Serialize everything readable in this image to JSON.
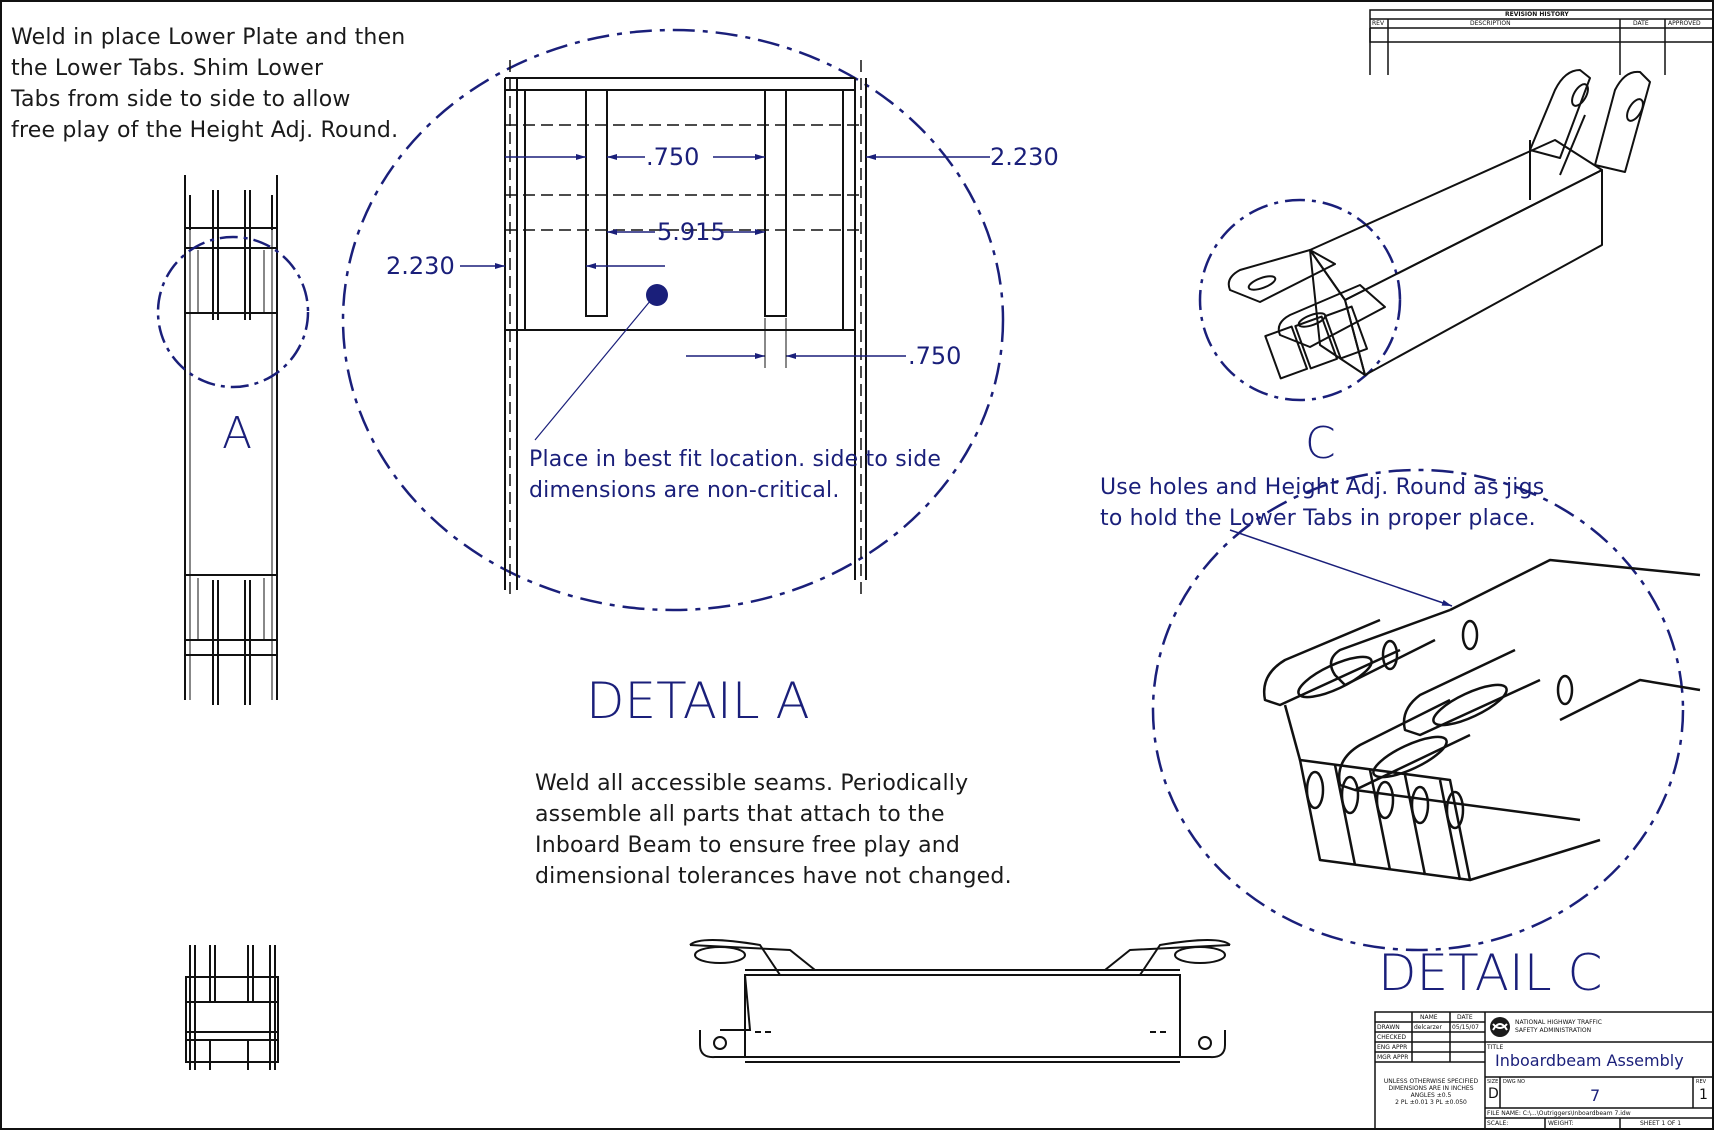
{
  "notes": {
    "top_left": [
      "Weld in place Lower Plate and then",
      "the Lower Tabs.  Shim Lower",
      "Tabs from side to side to allow",
      "free play of the Height Adj. Round."
    ],
    "placement": [
      "Place in best fit location.  side to side",
      "dimensions are non-critical."
    ],
    "jigs": [
      "Use holes and Height Adj. Round as jigs",
      "to hold the Lower Tabs in proper place."
    ],
    "seams": [
      "Weld all accessible seams.  Periodically",
      "assemble all parts that attach to the",
      "Inboard Beam to ensure free play and",
      "dimensional tolerances have not changed."
    ]
  },
  "labels": {
    "detail_a_callout": "A",
    "detail_c_callout": "C",
    "detail_a_title": "DETAIL A",
    "detail_c_title": "DETAIL C"
  },
  "dimensions": {
    "top_left_750": ".750",
    "right_2230": "2.230",
    "span_5915": "5.915",
    "left_2230": "2.230",
    "bottom_750": ".750"
  },
  "revision_block": {
    "title": "REVISION HISTORY",
    "col_rev": "REV",
    "col_description": "DESCRIPTION",
    "col_date": "DATE",
    "col_approved": "APPROVED"
  },
  "title_block": {
    "col_name": "NAME",
    "col_date": "DATE",
    "drawn_label": "DRAWN",
    "drawn_name": "delcarzer",
    "drawn_date": "05/15/07",
    "checked_label": "CHECKED",
    "eng_appr_label": "ENG APPR",
    "mgr_appr_label": "MGR APPR",
    "tolerances": [
      "UNLESS OTHERWISE SPECIFIED",
      "DIMENSIONS ARE IN INCHES",
      "ANGLES ±0.5",
      "2 PL ±0.01  3 PL ±0.050"
    ],
    "org_line1": "NATIONAL HIGHWAY TRAFFIC",
    "org_line2": "SAFETY ADMINISTRATION",
    "title_label": "TITLE",
    "title": "Inboardbeam Assembly",
    "size_label": "SIZE",
    "size": "D",
    "dwg_no_label": "DWG NO",
    "dwg_no": "7",
    "rev_label": "REV",
    "rev": "1",
    "file_name": "FILE NAME: C:\\...\\Outriggers\\Inboardbeam 7.idw",
    "scale_label": "SCALE:",
    "weight_label": "WEIGHT:",
    "sheet": "SHEET 1 OF 1"
  },
  "colors": {
    "annotation_blue": "#1a1f7a",
    "line_black": "#111111"
  }
}
